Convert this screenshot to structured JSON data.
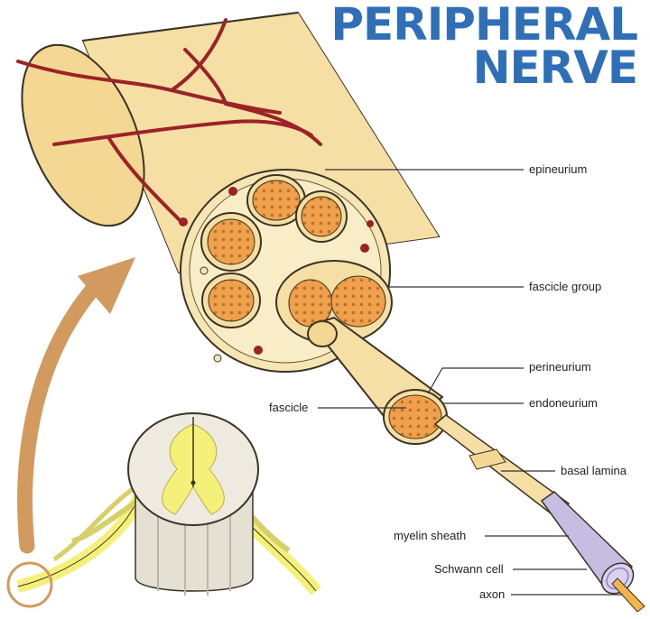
{
  "title": {
    "line1": "PERIPHERAL",
    "line2": "NERVE"
  },
  "labels": {
    "epineurium": "epineurium",
    "fascicle_group": "fascicle group",
    "perineurium": "perineurium",
    "fascicle": "fascicle",
    "endoneurium": "endoneurium",
    "basal_lamina": "basal lamina",
    "myelin_sheath": "myelin sheath",
    "schwann_cell": "Schwann cell",
    "axon": "axon"
  },
  "colors": {
    "title": "#2e6fb7",
    "nerve_fill": "#f6dfa5",
    "nerve_outline": "#3b3324",
    "blood_vessel": "#9b2226",
    "fascicle_orange": "#f0a04b",
    "myelin": "#c7bde3",
    "arrow": "#d29a5f",
    "spinal_gray": "#efeae0",
    "spinal_white_matter": "#f5f07a"
  }
}
